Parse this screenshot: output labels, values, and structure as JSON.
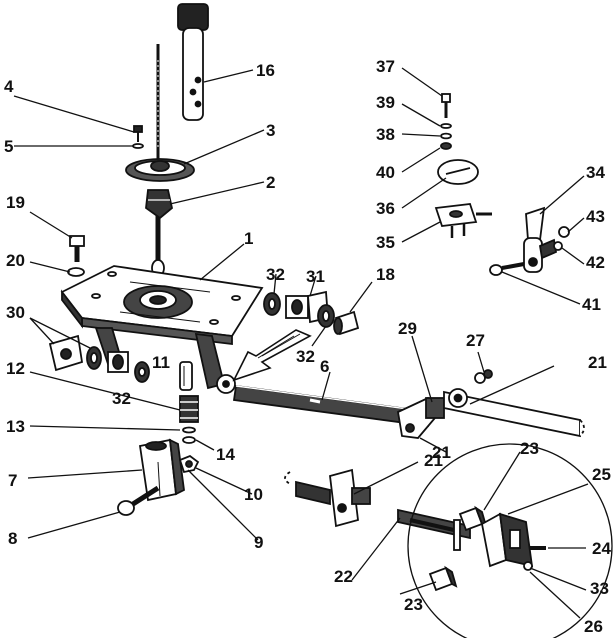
{
  "diagram": {
    "colors": {
      "ink": "#111111",
      "paper": "#ffffff",
      "shade": "#6e6e6e"
    },
    "part_numbers": [
      {
        "id": "p1",
        "label": "1"
      },
      {
        "id": "p2",
        "label": "2"
      },
      {
        "id": "p3",
        "label": "3"
      },
      {
        "id": "p4",
        "label": "4"
      },
      {
        "id": "p5",
        "label": "5"
      },
      {
        "id": "p6",
        "label": "6"
      },
      {
        "id": "p7",
        "label": "7"
      },
      {
        "id": "p8",
        "label": "8"
      },
      {
        "id": "p9",
        "label": "9"
      },
      {
        "id": "p10",
        "label": "10"
      },
      {
        "id": "p11",
        "label": "11"
      },
      {
        "id": "p12",
        "label": "12"
      },
      {
        "id": "p13",
        "label": "13"
      },
      {
        "id": "p14",
        "label": "14"
      },
      {
        "id": "p16",
        "label": "16"
      },
      {
        "id": "p18",
        "label": "18"
      },
      {
        "id": "p19",
        "label": "19"
      },
      {
        "id": "p20",
        "label": "20"
      },
      {
        "id": "p21a",
        "label": "21"
      },
      {
        "id": "p21b",
        "label": "21"
      },
      {
        "id": "p21c",
        "label": "21"
      },
      {
        "id": "p22",
        "label": "22"
      },
      {
        "id": "p23a",
        "label": "23"
      },
      {
        "id": "p23b",
        "label": "23"
      },
      {
        "id": "p24",
        "label": "24"
      },
      {
        "id": "p25",
        "label": "25"
      },
      {
        "id": "p26",
        "label": "26"
      },
      {
        "id": "p27",
        "label": "27"
      },
      {
        "id": "p29",
        "label": "29"
      },
      {
        "id": "p30",
        "label": "30"
      },
      {
        "id": "p31",
        "label": "31"
      },
      {
        "id": "p32a",
        "label": "32"
      },
      {
        "id": "p32b",
        "label": "32"
      },
      {
        "id": "p32c",
        "label": "32"
      },
      {
        "id": "p33",
        "label": "33"
      },
      {
        "id": "p34",
        "label": "34"
      },
      {
        "id": "p35",
        "label": "35"
      },
      {
        "id": "p36",
        "label": "36"
      },
      {
        "id": "p37",
        "label": "37"
      },
      {
        "id": "p38",
        "label": "38"
      },
      {
        "id": "p39",
        "label": "39"
      },
      {
        "id": "p40",
        "label": "40"
      },
      {
        "id": "p41",
        "label": "41"
      },
      {
        "id": "p42",
        "label": "42"
      },
      {
        "id": "p43",
        "label": "43"
      }
    ]
  }
}
